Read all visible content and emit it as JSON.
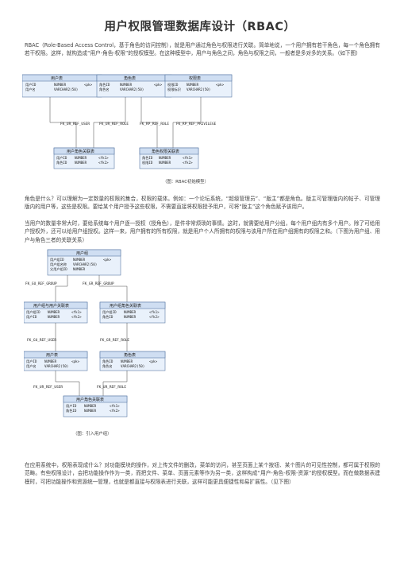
{
  "title": "用户权限管理数据库设计（RBAC）",
  "paragraphs": {
    "p1": "RBAC（Role-Based Access Control，基于角色的访问控制），就是用户通过角色与权限进行关联。简单地说，一个用户拥有若干角色，每一个角色拥有若干权限。这样，就构造成“用户-角色-权限”的授权模型。在这种模型中，用户与角色之间，角色与权限之间，一般者是多对多的关系。（如下图）",
    "p2": "角色是什么？可以理解为一定数量的权限的集合，权限的载体。例如：一个论坛系统，“超级管理员”、“版主”都是角色。版主可管理版内的帖子、可管理版内的用户等，这些是权限。要给某个用户授予这些权限，不需要直接将权限授予用户，可将“版主”这个角色赋予该用户。",
    "p3": "当用户的数量非常大时，要给系统每个用户逐一授权（授角色），是件非常烦琐的事情。这时，就需要给用户分组，每个用户组内有多个用户。除了可给用户授权外，还可以给用户组授权。这样一来，用户拥有的所有权限，就是用户个人所拥有的权限与该用户所在用户组拥有的权限之和。（下图为用户组、用户与角色三者的关联关系）",
    "p4": "在应用系统中，权限表现成什么？对功能模块的操作，对上传文件的删改，菜单的访问，甚至页面上某个按钮、某个图片的可见性控制，都可属于权限的范畴。有些权限设计，会把功能操作作为一类，而把文件、菜单、页面元素等作为另一类，这样构成“用户-角色-权限-资源”的授权模型。而在做数据表建模时，可把功能操作和资源统一管理，也就是都直接与权限表进行关联，这样可能更具便捷性和易扩展性。（见下图）"
  },
  "captions": {
    "fig1": "（图：RBAC初始模型）",
    "fig2": "（图：引入用户组）"
  },
  "diagram1": {
    "tables": {
      "user": {
        "name": "用户表",
        "rows": [
          [
            "用户ID",
            "NUMBER",
            "<pk>"
          ],
          [
            "用户名",
            "VARCHAR2(50)",
            ""
          ]
        ]
      },
      "role": {
        "name": "角色表",
        "rows": [
          [
            "角色ID",
            "NUMBER",
            "<pk>"
          ],
          [
            "角色名",
            "VARCHAR2(50)",
            ""
          ]
        ]
      },
      "perm": {
        "name": "权限表",
        "rows": [
          [
            "权限ID",
            "NUMBER",
            "<pk>"
          ],
          [
            "权限标识",
            "VARCHAR2(50)",
            ""
          ]
        ]
      },
      "user_role": {
        "name": "用户角色关联表",
        "rows": [
          [
            "用户ID",
            "NUMBER",
            "<fk1>"
          ],
          [
            "角色ID",
            "NUMBER",
            "<fk2>"
          ]
        ]
      },
      "role_perm": {
        "name": "角色权限关联表",
        "rows": [
          [
            "角色ID",
            "NUMBER",
            "<fk1>"
          ],
          [
            "权限ID",
            "NUMBER",
            "<fk2>"
          ]
        ]
      }
    },
    "fks": [
      "FK_UR_REF_USER",
      "FK_UR_REF_ROLE",
      "FK_RP_REF_ROLE",
      "FK_RP_REF_PRIVILEGE"
    ]
  },
  "diagram2": {
    "tables": {
      "group": {
        "name": "用户组",
        "rows": [
          [
            "用户组ID",
            "NUMBER",
            "<pk>"
          ],
          [
            "用户组名称",
            "VARCHAR2(50)",
            ""
          ],
          [
            "父用户组ID",
            "NUMBER",
            ""
          ]
        ]
      },
      "group_user": {
        "name": "用户组与用户关联表",
        "rows": [
          [
            "用户组ID",
            "NUMBER",
            "<fk1>"
          ],
          [
            "用户ID",
            "NUMBER",
            "<fk2>"
          ]
        ]
      },
      "group_role": {
        "name": "用户组角色关联表",
        "rows": [
          [
            "用户组ID",
            "NUMBER",
            "<fk1>"
          ],
          [
            "角色ID",
            "NUMBER",
            "<fk2>"
          ]
        ]
      },
      "user": {
        "name": "用户表",
        "rows": [
          [
            "用户ID",
            "NUMBER",
            "<pk>"
          ],
          [
            "用户名",
            "VARCHAR2(50)",
            ""
          ]
        ]
      },
      "role": {
        "name": "角色表",
        "rows": [
          [
            "角色ID",
            "NUMBER",
            "<pk>"
          ],
          [
            "角色名",
            "VARCHAR2(50)",
            ""
          ]
        ]
      },
      "user_role": {
        "name": "用户角色关联表",
        "rows": [
          [
            "用户ID",
            "NUMBER",
            "<fk1>"
          ],
          [
            "角色ID",
            "NUMBER",
            "<fk2>"
          ]
        ]
      }
    },
    "fks": [
      "FK_GU_REF_GROUP",
      "FK_GR_REF_GROUP",
      "FK_GU_REF_USER",
      "FK_GR_REF_ROLE",
      "FK_UR_REF_USER",
      "FK_UR_REF_ROLE"
    ]
  }
}
